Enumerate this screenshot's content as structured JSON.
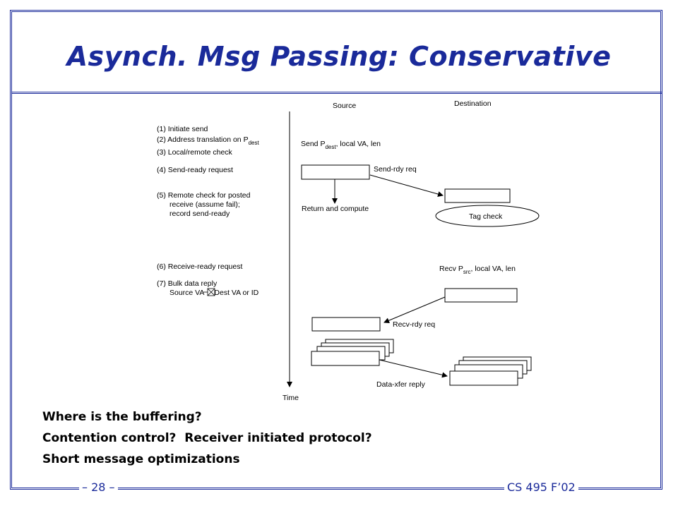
{
  "slide": {
    "title": "Asynch. Msg Passing: Conservative",
    "page_number": "– 28 –",
    "course": "CS 495 F’02"
  },
  "diagram": {
    "source_label": "Source",
    "destination_label": "Destination",
    "time_label": "Time",
    "steps": [
      "(1) Initiate send",
      "(2) Address translation on P",
      "(3) Local/remote check",
      "(4) Send-ready request",
      "(5) Remote check for posted",
      "receive (assume fail);",
      "record send-ready",
      "(6) Receive-ready request",
      "(7) Bulk data reply",
      "Source VA",
      "Dest VA or ID"
    ],
    "step2_subscript": "dest",
    "send_call": "Send P",
    "send_call_sub": "dest",
    "send_call_rest": ", local VA, len",
    "send_rdy_req": "Send-rdy req",
    "return_compute": "Return and compute",
    "tag_check": "Tag check",
    "recv_call": "Recv P",
    "recv_call_sub": "src",
    "recv_call_rest": ", local VA, len",
    "recv_rdy_req": "Recv-rdy req",
    "data_xfer_reply": "Data-xfer reply"
  },
  "bullets": [
    "Where is the buffering?",
    "Contention control?  Receiver initiated protocol?",
    "Short message optimizations"
  ],
  "colors": {
    "accent": "#1a2a9a"
  }
}
